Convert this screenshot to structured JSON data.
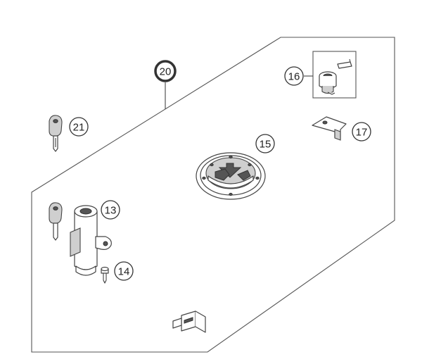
{
  "colors": {
    "highlight": "#e8762c",
    "line": "#444444",
    "background": "#ffffff"
  },
  "callouts": {
    "c20": "20",
    "c21": "21",
    "c16": "16",
    "c17": "17",
    "c15": "15",
    "c13": "13",
    "c14": "14"
  }
}
